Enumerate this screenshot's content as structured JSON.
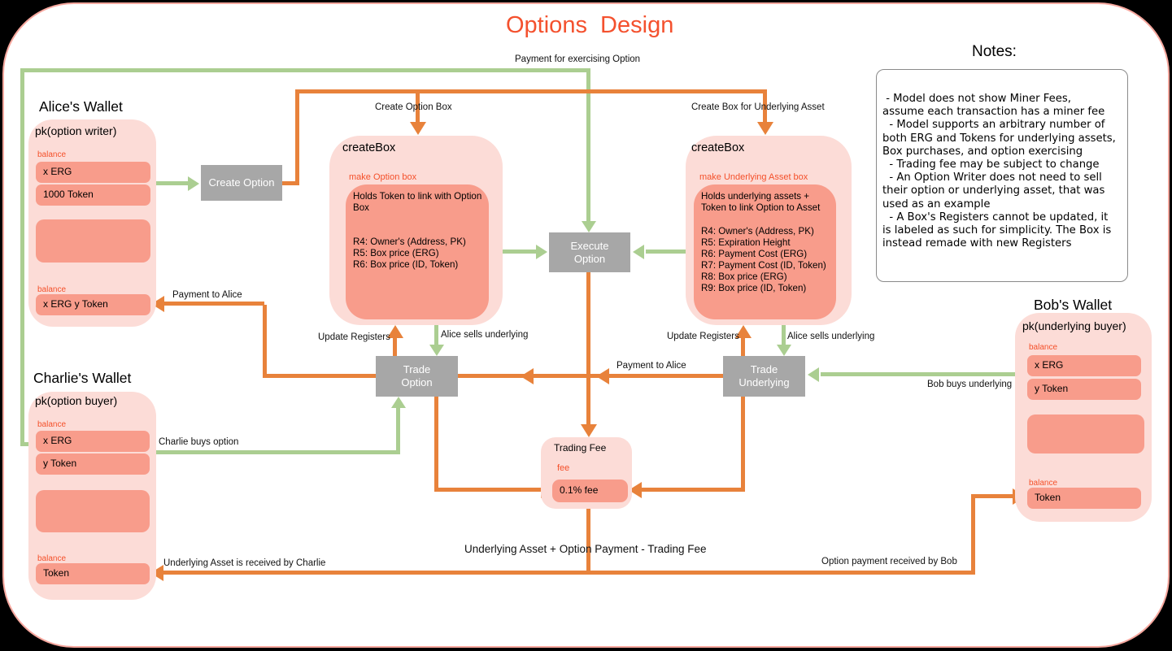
{
  "title": "Options  Design",
  "notes": {
    "title": "Notes:",
    "lines": [
      " - Model does not show Miner Fees,",
      "assume each transaction has a miner fee",
      "  - Model supports an arbitrary number of",
      "both ERG and Tokens for underlying assets,",
      "Box purchases, and option exercising",
      "  - Trading fee may be subject to change",
      "  - An Option Writer does not need to sell",
      "their option or underlying asset, that was",
      "used as an example",
      "  - A Box's Registers cannot be updated, it",
      "is labeled as such for simplicity. The Box is",
      "instead remade with new Registers"
    ]
  },
  "wallets": {
    "alice": {
      "title": "Alice's Wallet",
      "subtitle": "pk(option writer)",
      "balance_label": "balance",
      "balances_top": [
        "x ERG",
        "1000 Token"
      ],
      "balance_label2": "balance",
      "balance_bottom": "x ERG y Token"
    },
    "charlie": {
      "title": "Charlie's Wallet",
      "subtitle": "pk(option buyer)",
      "balance_label": "balance",
      "balances_top": [
        "x ERG",
        "y Token"
      ],
      "balance_label2": "balance",
      "balance_bottom": "Token"
    },
    "bob": {
      "title": "Bob's Wallet",
      "subtitle": "pk(underlying buyer)",
      "balance_label": "balance",
      "balances_top": [
        "x ERG",
        "y Token"
      ],
      "balance_label2": "balance",
      "balance_bottom": "Token"
    }
  },
  "boxes": {
    "option_box": {
      "title": "createBox",
      "make_label": "make Option box",
      "description": "Holds Token to link with Option Box",
      "registers": [
        "R4: Owner's (Address, PK)",
        "R5: Box price (ERG)",
        "R6: Box price (ID, Token)"
      ]
    },
    "underlying_box": {
      "title": "createBox",
      "make_label": "make Underlying Asset box",
      "description": "Holds underlying assets + Token to link Option to Asset",
      "registers": [
        "R4: Owner's (Address, PK)",
        "R5: Expiration Height",
        "R6: Payment Cost (ERG)",
        "R7: Payment Cost (ID, Token)",
        "R8: Box price (ERG)",
        "R9: Box price (ID, Token)"
      ]
    }
  },
  "processes": {
    "create_option": "Create Option",
    "execute_option": "Execute Option",
    "trade_option": "Trade Option",
    "trade_underlying": "Trade Underlying"
  },
  "trading_fee": {
    "title": "Trading Fee",
    "fee_label": "fee",
    "fee_value": "0.1% fee"
  },
  "edge_labels": {
    "payment_for_exercising": "Payment for exercising Option",
    "create_option_box": "Create Option Box",
    "create_underlying_box": "Create Box for Underlying Asset",
    "payment_to_alice_left": "Payment to Alice",
    "payment_to_alice_right": "Payment to Alice",
    "update_registers_left": "Update Registers",
    "update_registers_right": "Update Registers",
    "alice_sells_left": "Alice sells underlying",
    "alice_sells_right": "Alice sells underlying",
    "bob_buys_underlying": "Bob buys underlying",
    "charlie_buys_option": "Charlie buys option",
    "underlying_plus_payment": "Underlying Asset + Option Payment - Trading Fee",
    "received_by_charlie": "Underlying Asset is received by Charlie",
    "received_by_bob": "Option payment received by Bob"
  },
  "colors": {
    "accent_orange": "#e8823b",
    "accent_green": "#abce91",
    "salmon_box": "#f89c8b",
    "light_pink": "#fcdcd7",
    "label_red": "#f4502a",
    "title_red": "#f4512e",
    "process_gray": "#a7a7a7",
    "frame_salmon": "#f6a79e",
    "frame_outside": "#000000"
  }
}
